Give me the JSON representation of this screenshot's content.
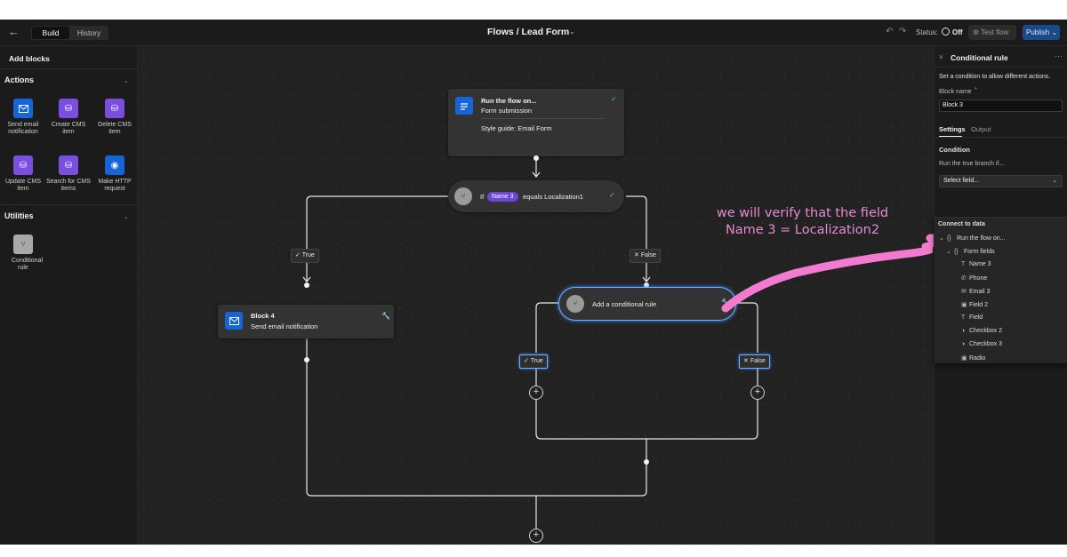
{
  "topbar": {
    "tabs": [
      "Build",
      "History"
    ],
    "title": "Flows / Lead Form",
    "status_label": "Status:",
    "status_value": "Off",
    "test_flow": "Test flow",
    "publish": "Publish"
  },
  "left": {
    "header": "Add blocks",
    "actions_title": "Actions",
    "actions": [
      {
        "label": "Send email notification",
        "icon": "mail-icon",
        "color": "#1565d8"
      },
      {
        "label": "Create CMS item",
        "icon": "database-plus-icon",
        "color": "#7a4fe0"
      },
      {
        "label": "Delete CMS item",
        "icon": "database-x-icon",
        "color": "#7a4fe0"
      },
      {
        "label": "Update CMS item",
        "icon": "database-edit-icon",
        "color": "#7a4fe0"
      },
      {
        "label": "Search for CMS items",
        "icon": "database-search-icon",
        "color": "#7a4fe0"
      },
      {
        "label": "Make HTTP request",
        "icon": "globe-icon",
        "color": "#1565d8"
      }
    ],
    "utilities_title": "Utilities",
    "utilities": [
      {
        "label": "Conditional rule",
        "icon": "branch-icon",
        "color": "#a8a8a8"
      }
    ]
  },
  "canvas": {
    "trigger": {
      "title": "Run the flow on...",
      "subtitle": "Form submission",
      "guide": "Style guide: Email Form"
    },
    "cond1": {
      "prefix": "If",
      "field": "Name 3",
      "text": "equals Localization1"
    },
    "true_label": "True",
    "false_label": "False",
    "block4": {
      "title": "Block 4",
      "subtitle": "Send email notification"
    },
    "cond2": {
      "text": "Add a conditional rule"
    },
    "annotation": "we will verify that the field Name 3 = Localization2"
  },
  "right": {
    "title": "Conditional rule",
    "description": "Set a condition to allow different actions.",
    "block_name_label": "Block name",
    "required_mark": "*",
    "block_name_value": "Block 3",
    "tabs": [
      "Settings",
      "Output"
    ],
    "condition_heading": "Condition",
    "branch_label": "Run the true branch if...",
    "select_placeholder": "Select field...",
    "dropdown": {
      "heading": "Connect to data",
      "root": "Run the flow on...",
      "group": "Form fields",
      "fields": [
        {
          "label": "Name 3",
          "icon": "text-icon"
        },
        {
          "label": "Phone",
          "icon": "phone-icon"
        },
        {
          "label": "Email 3",
          "icon": "email-icon"
        },
        {
          "label": "Field 2",
          "icon": "select-icon"
        },
        {
          "label": "Field",
          "icon": "text-icon"
        },
        {
          "label": "Checkbox 2",
          "icon": "toggle-icon"
        },
        {
          "label": "Checkbox 3",
          "icon": "toggle-icon"
        },
        {
          "label": "Radio",
          "icon": "select-icon"
        }
      ]
    }
  }
}
